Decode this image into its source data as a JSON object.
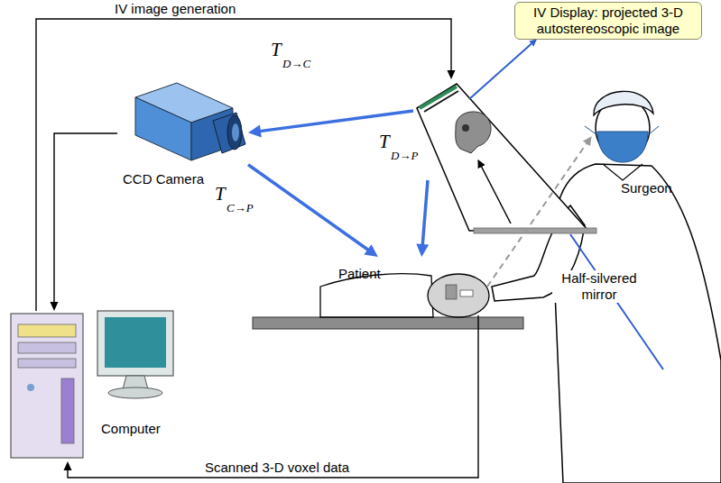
{
  "diagram": {
    "nodes": [
      {
        "text": [
          "IV Display: projected 3-D autostereoscopic image"
        ]
      },
      {
        "text": [
          "CCD Camera"
        ]
      },
      {
        "text": [
          "Patient"
        ]
      },
      {
        "text": [
          "Computer"
        ]
      }
    ],
    "edges": [
      {
        "from": 3,
        "to": 0,
        "label": "IV image generation",
        "arrow": "to"
      },
      {
        "from": 0,
        "to": 1,
        "arrow": "to"
      },
      {
        "from": 0,
        "to": 2,
        "arrow": "to"
      },
      {
        "from": 1,
        "to": 2,
        "arrow": "to"
      },
      {
        "from": 1,
        "to": 3,
        "arrow": "to"
      },
      {
        "from": 2,
        "to": 3,
        "label": "Scanned 3-D voxel data",
        "arrow": "to"
      }
    ],
    "labels": [
      "T",
      "D→C",
      "T",
      "D→P",
      "T",
      "C→P",
      "Surgeon",
      "Half-silvered mirror"
    ]
  }
}
